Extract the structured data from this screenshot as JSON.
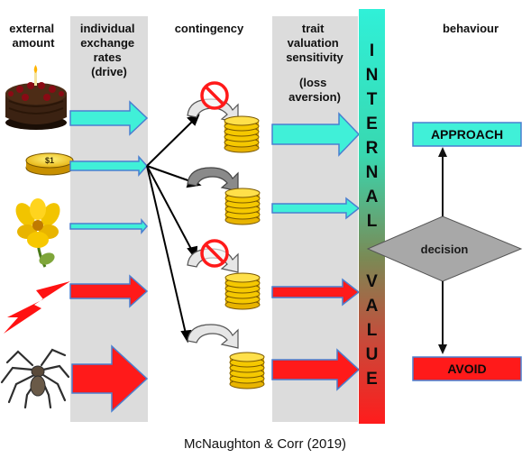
{
  "headers": {
    "external_amount": [
      "external",
      "amount"
    ],
    "exchange_rates": [
      "individual",
      "exchange",
      "rates",
      "(drive)"
    ],
    "contingency": "contingency",
    "trait": [
      "trait",
      "valuation",
      "sensitivity"
    ],
    "loss_aversion": [
      "(loss",
      "aversion)"
    ],
    "behaviour": "behaviour"
  },
  "internal_value_letters": [
    "I",
    "N",
    "T",
    "E",
    "R",
    "N",
    "A",
    "L",
    "V",
    "A",
    "L",
    "U",
    "E"
  ],
  "coin_label": "$1",
  "approach_label": "APPROACH",
  "decision_label": "decision",
  "avoid_label": "AVOID",
  "caption": "McNaughton & Corr (2019)",
  "stimuli_icons": [
    "cake-icon",
    "dollar-coin-icon",
    "flower-icon",
    "lightning-icon",
    "spider-icon"
  ],
  "colors": {
    "appetitive_arrow": "#40f0d8",
    "aversive_arrow": "#ff1a1a",
    "arrow_outline": "#4a7fd0",
    "approach_box": "#40f0d8",
    "avoid_box": "#ff1a1a",
    "decision_diamond": "#a8a8a8",
    "column_band": "#dcdcdc",
    "gold": "#ffd21a"
  }
}
